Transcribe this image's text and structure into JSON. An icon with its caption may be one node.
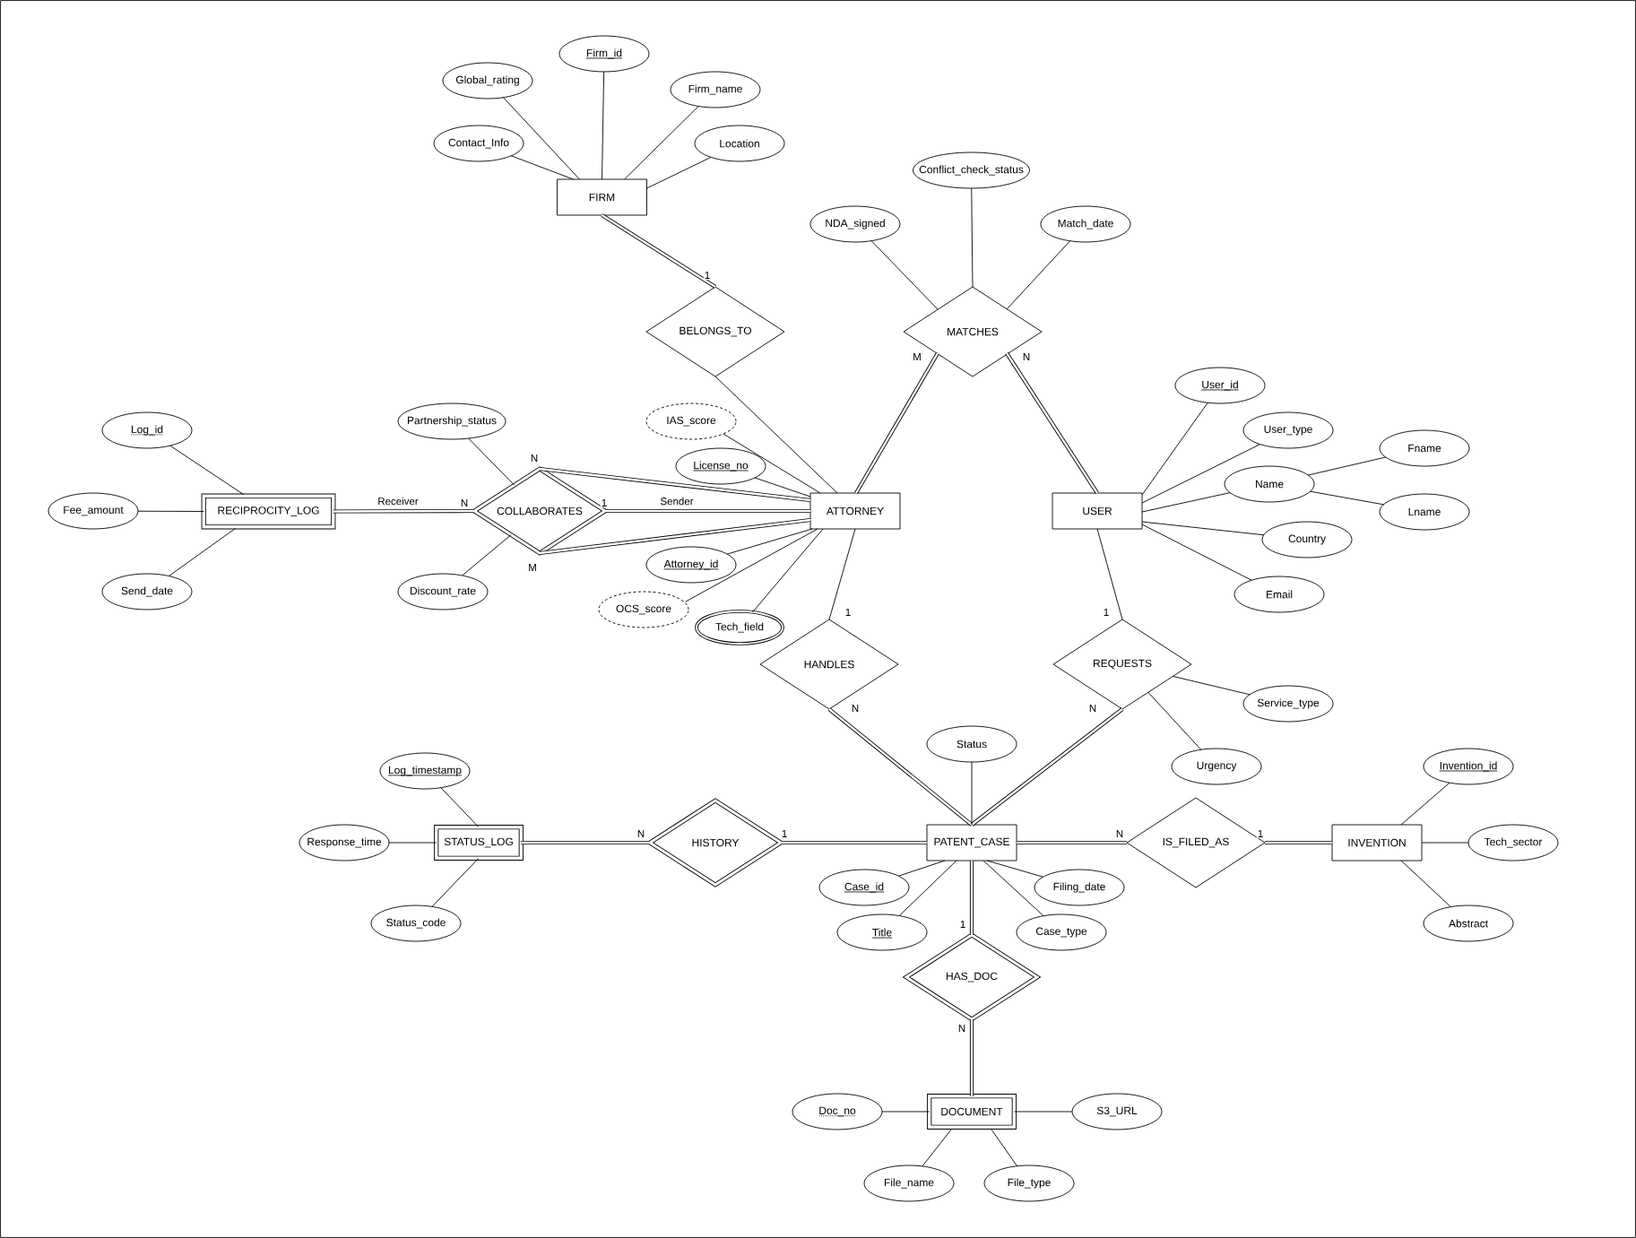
{
  "diagram": {
    "nodes": [
      {
        "text": [
          "Firm_id"
        ]
      },
      {
        "text": [
          "Global_rating"
        ]
      },
      {
        "text": [
          "Firm_name"
        ]
      },
      {
        "text": [
          "Contact_Info"
        ]
      },
      {
        "text": [
          "Location"
        ]
      },
      {
        "text": [
          "Conflict_check_status"
        ]
      },
      {
        "text": [
          "FIRM"
        ]
      },
      {
        "text": [
          "NDA_signed"
        ]
      },
      {
        "text": [
          "Match_date"
        ]
      },
      {
        "text": [
          "BELONGS_TO"
        ]
      },
      {
        "text": [
          "MATCHES"
        ]
      },
      {
        "text": [
          "User_id"
        ]
      },
      {
        "text": [
          "Log_id"
        ]
      },
      {
        "text": [
          "Partnership_status"
        ]
      },
      {
        "text": [
          "IAS_score"
        ]
      },
      {
        "text": [
          "User_type"
        ]
      },
      {
        "text": [
          "Fname"
        ]
      },
      {
        "text": [
          "License_no"
        ]
      },
      {
        "text": [
          "Name"
        ]
      },
      {
        "text": [
          "Fee_amount"
        ]
      },
      {
        "text": [
          "RECIPROCITY_LOG"
        ]
      },
      {
        "text": [
          "COLLABORATES"
        ]
      },
      {
        "text": [
          "ATTORNEY"
        ]
      },
      {
        "text": [
          "USER"
        ]
      },
      {
        "text": [
          "Lname"
        ]
      },
      {
        "text": [
          "Country"
        ]
      },
      {
        "text": [
          "Attorney_id"
        ]
      },
      {
        "text": [
          "Send_date"
        ]
      },
      {
        "text": [
          "Discount_rate"
        ]
      },
      {
        "text": [
          "Email"
        ]
      },
      {
        "text": [
          "OCS_score"
        ]
      },
      {
        "text": [
          "Tech_field"
        ]
      },
      {
        "text": [
          "HANDLES"
        ]
      },
      {
        "text": [
          "REQUESTS"
        ]
      },
      {
        "text": [
          "Service_type"
        ]
      },
      {
        "text": [
          "Status"
        ]
      },
      {
        "text": [
          "Urgency"
        ]
      },
      {
        "text": [
          "Log_timestamp"
        ]
      },
      {
        "text": [
          "Invention_id"
        ]
      },
      {
        "text": [
          "Response_time"
        ]
      },
      {
        "text": [
          "STATUS_LOG"
        ]
      },
      {
        "text": [
          "HISTORY"
        ]
      },
      {
        "text": [
          "PATENT_CASE"
        ]
      },
      {
        "text": [
          "IS_FILED_AS"
        ]
      },
      {
        "text": [
          "INVENTION"
        ]
      },
      {
        "text": [
          "Tech_sector"
        ]
      },
      {
        "text": [
          "Case_id"
        ]
      },
      {
        "text": [
          "Filing_date"
        ]
      },
      {
        "text": [
          "Status_code"
        ]
      },
      {
        "text": [
          "Abstract"
        ]
      },
      {
        "text": [
          "Title"
        ]
      },
      {
        "text": [
          "Case_type"
        ]
      },
      {
        "text": [
          "HAS_DOC"
        ]
      },
      {
        "text": [
          "Doc_no"
        ]
      },
      {
        "text": [
          "DOCUMENT"
        ]
      },
      {
        "text": [
          "S3_URL"
        ]
      },
      {
        "text": [
          "File_name"
        ]
      },
      {
        "text": [
          "File_type"
        ]
      }
    ],
    "edges": [
      {
        "from": 0,
        "to": 6,
        "arrow": "none"
      },
      {
        "from": 1,
        "to": 6,
        "arrow": "none"
      },
      {
        "from": 2,
        "to": 6,
        "arrow": "none"
      },
      {
        "from": 3,
        "to": 6,
        "arrow": "none"
      },
      {
        "from": 4,
        "to": 6,
        "arrow": "none"
      },
      {
        "from": 6,
        "to": 9,
        "arrow": "none",
        "label": "1",
        "style": "thick"
      },
      {
        "from": 9,
        "to": 22,
        "arrow": "none"
      },
      {
        "from": 5,
        "to": 10,
        "arrow": "none"
      },
      {
        "from": 7,
        "to": 10,
        "arrow": "none"
      },
      {
        "from": 8,
        "to": 10,
        "arrow": "none"
      },
      {
        "from": 10,
        "to": 22,
        "arrow": "none",
        "label": "M",
        "style": "thick"
      },
      {
        "from": 10,
        "to": 23,
        "arrow": "none",
        "label": "N",
        "style": "thick"
      },
      {
        "from": 12,
        "to": 20,
        "arrow": "none"
      },
      {
        "from": 19,
        "to": 20,
        "arrow": "none"
      },
      {
        "from": 27,
        "to": 20,
        "arrow": "none"
      },
      {
        "from": 20,
        "to": 21,
        "arrow": "none",
        "label": "N",
        "style": "thick"
      },
      {
        "from": 13,
        "to": 21,
        "arrow": "none"
      },
      {
        "from": 28,
        "to": 21,
        "arrow": "none"
      },
      {
        "from": 21,
        "to": 22,
        "arrow": "none",
        "label": "N",
        "style": "thick"
      },
      {
        "from": 21,
        "to": 22,
        "arrow": "none",
        "label": "1",
        "style": "thick"
      },
      {
        "from": 21,
        "to": 22,
        "arrow": "none",
        "label": "M",
        "style": "thick"
      },
      {
        "from": 14,
        "to": 22,
        "arrow": "none"
      },
      {
        "from": 17,
        "to": 22,
        "arrow": "none"
      },
      {
        "from": 26,
        "to": 22,
        "arrow": "none"
      },
      {
        "from": 30,
        "to": 22,
        "arrow": "none"
      },
      {
        "from": 31,
        "to": 22,
        "arrow": "none"
      },
      {
        "from": 11,
        "to": 23,
        "arrow": "none"
      },
      {
        "from": 15,
        "to": 23,
        "arrow": "none"
      },
      {
        "from": 18,
        "to": 23,
        "arrow": "none"
      },
      {
        "from": 18,
        "to": 16,
        "arrow": "none"
      },
      {
        "from": 18,
        "to": 24,
        "arrow": "none"
      },
      {
        "from": 25,
        "to": 23,
        "arrow": "none"
      },
      {
        "from": 29,
        "to": 23,
        "arrow": "none"
      },
      {
        "from": 22,
        "to": 32,
        "arrow": "none",
        "label": "1"
      },
      {
        "from": 32,
        "to": 42,
        "arrow": "none",
        "label": "N",
        "style": "thick"
      },
      {
        "from": 23,
        "to": 33,
        "arrow": "none",
        "label": "1"
      },
      {
        "from": 33,
        "to": 42,
        "arrow": "none",
        "label": "N",
        "style": "thick"
      },
      {
        "from": 33,
        "to": 34,
        "arrow": "none"
      },
      {
        "from": 33,
        "to": 36,
        "arrow": "none"
      },
      {
        "from": 35,
        "to": 42,
        "arrow": "none"
      },
      {
        "from": 46,
        "to": 42,
        "arrow": "none"
      },
      {
        "from": 50,
        "to": 42,
        "arrow": "none"
      },
      {
        "from": 47,
        "to": 42,
        "arrow": "none"
      },
      {
        "from": 51,
        "to": 42,
        "arrow": "none"
      },
      {
        "from": 37,
        "to": 40,
        "arrow": "none"
      },
      {
        "from": 39,
        "to": 40,
        "arrow": "none"
      },
      {
        "from": 48,
        "to": 40,
        "arrow": "none"
      },
      {
        "from": 40,
        "to": 41,
        "arrow": "none",
        "label": "N",
        "style": "thick"
      },
      {
        "from": 41,
        "to": 42,
        "arrow": "none",
        "label": "1",
        "style": "thick"
      },
      {
        "from": 42,
        "to": 43,
        "arrow": "none",
        "label": "N",
        "style": "thick"
      },
      {
        "from": 43,
        "to": 44,
        "arrow": "none",
        "label": "1",
        "style": "thick"
      },
      {
        "from": 38,
        "to": 44,
        "arrow": "none"
      },
      {
        "from": 45,
        "to": 44,
        "arrow": "none"
      },
      {
        "from": 49,
        "to": 44,
        "arrow": "none"
      },
      {
        "from": 42,
        "to": 52,
        "arrow": "none",
        "label": "1",
        "style": "thick"
      },
      {
        "from": 52,
        "to": 54,
        "arrow": "none",
        "label": "N",
        "style": "thick"
      },
      {
        "from": 53,
        "to": 54,
        "arrow": "none"
      },
      {
        "from": 55,
        "to": 54,
        "arrow": "none"
      },
      {
        "from": 56,
        "to": 54,
        "arrow": "none"
      },
      {
        "from": 57,
        "to": 54,
        "arrow": "none"
      }
    ],
    "labels": [
      "Receiver",
      "Sender"
    ]
  }
}
